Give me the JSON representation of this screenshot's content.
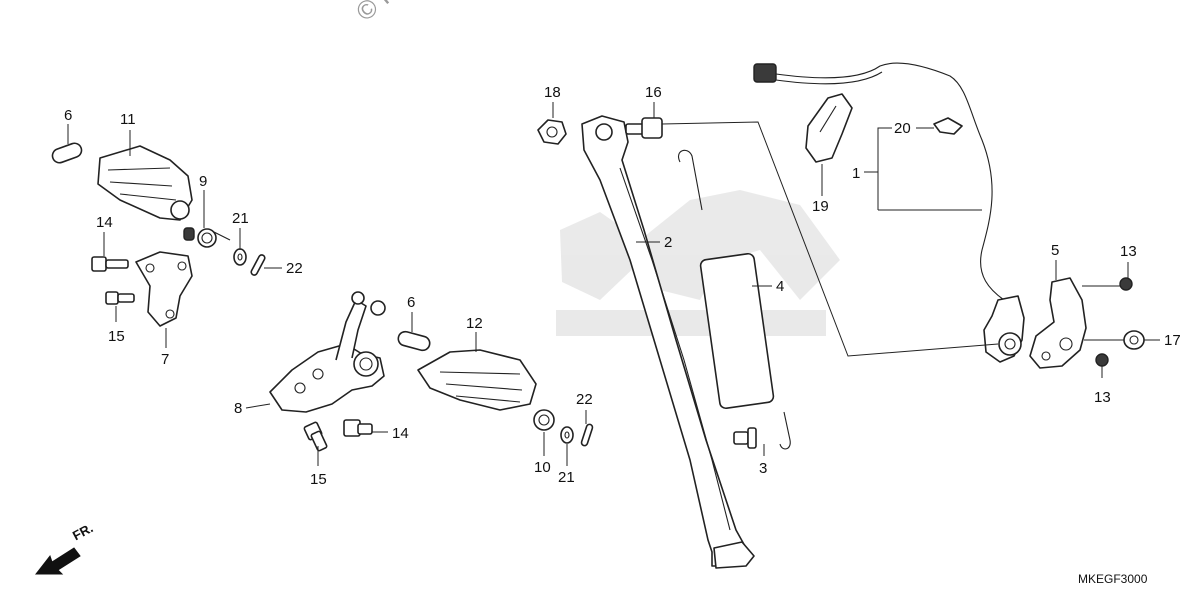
{
  "watermark": "© Parts",
  "drawing_code": "MKEGF3000",
  "front_marker": "FR.",
  "labels": {
    "l1": "1",
    "l2": "2",
    "l3": "3",
    "l4": "4",
    "l5": "5",
    "l6a": "6",
    "l6b": "6",
    "l7": "7",
    "l8": "8",
    "l9": "9",
    "l10": "10",
    "l11": "11",
    "l12": "12",
    "l13a": "13",
    "l13b": "13",
    "l14a": "14",
    "l14b": "14",
    "l15a": "15",
    "l15b": "15",
    "l16": "16",
    "l17": "17",
    "l18": "18",
    "l19": "19",
    "l20": "20",
    "l21a": "21",
    "l21b": "21",
    "l22a": "22",
    "l22b": "22"
  }
}
